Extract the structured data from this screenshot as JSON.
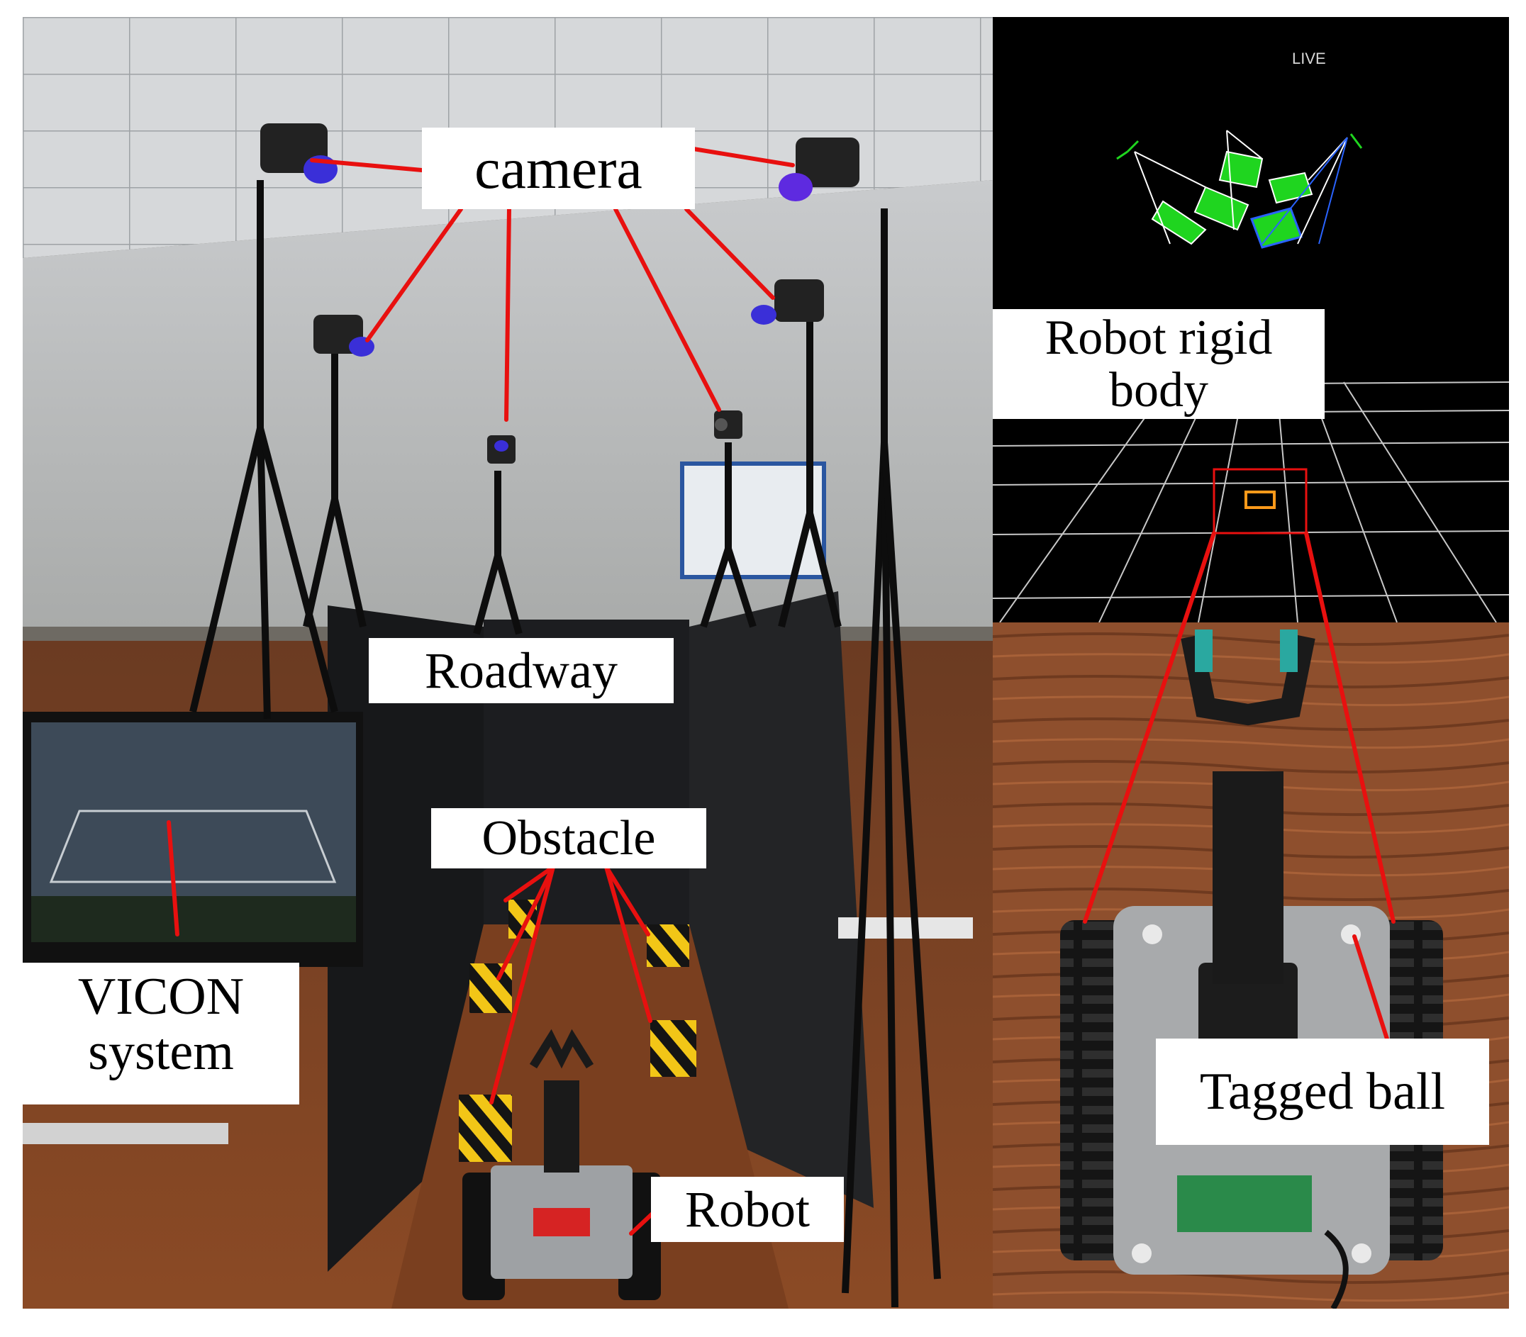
{
  "labels": {
    "camera": "camera",
    "roadway": "Roadway",
    "obstacle": "Obstacle",
    "robot": "Robot",
    "vicon_system": "VICON\nsystem",
    "robot_rigid_body": "Robot rigid\nbody",
    "tagged_ball": "Tagged ball",
    "live": "LIVE"
  },
  "colors": {
    "callout_line": "#e8100f",
    "label_background": "#ffffff",
    "grid_line": "#cfcfcf",
    "marker_green": "#1fd51f",
    "obstacle_yellow": "#f2c617"
  },
  "icons": {
    "camera_lens": "camera-icon",
    "tripod": "tripod-icon"
  }
}
